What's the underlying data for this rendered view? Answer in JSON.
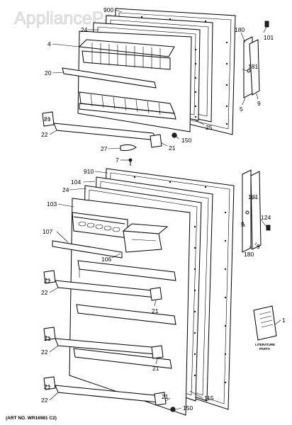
{
  "watermark": "AppliancePartsPros.com",
  "art_number": "(ART NO. WR16981 C2)",
  "literature_label_line1": "LITERATURE",
  "literature_label_line2": "PARTS",
  "callouts": [
    {
      "id": "c900",
      "text": "900"
    },
    {
      "id": "c24a",
      "text": "24"
    },
    {
      "id": "c4",
      "text": "4"
    },
    {
      "id": "c20",
      "text": "20"
    },
    {
      "id": "c180a",
      "text": "180"
    },
    {
      "id": "c101",
      "text": "101"
    },
    {
      "id": "c181a",
      "text": "181"
    },
    {
      "id": "c5a",
      "text": "5"
    },
    {
      "id": "c9a",
      "text": "9"
    },
    {
      "id": "c25",
      "text": "25"
    },
    {
      "id": "c21a",
      "text": "21"
    },
    {
      "id": "c22a",
      "text": "22"
    },
    {
      "id": "c150a",
      "text": "150"
    },
    {
      "id": "c21b",
      "text": "21"
    },
    {
      "id": "c27",
      "text": "27"
    },
    {
      "id": "c7",
      "text": "7"
    },
    {
      "id": "c910",
      "text": "910"
    },
    {
      "id": "c104",
      "text": "104"
    },
    {
      "id": "c24b",
      "text": "24"
    },
    {
      "id": "c103",
      "text": "103"
    },
    {
      "id": "c107",
      "text": "107"
    },
    {
      "id": "c106",
      "text": "106"
    },
    {
      "id": "c181b",
      "text": "181"
    },
    {
      "id": "c5b",
      "text": "5"
    },
    {
      "id": "c124",
      "text": "124"
    },
    {
      "id": "c9b",
      "text": "9"
    },
    {
      "id": "c180b",
      "text": "180"
    },
    {
      "id": "c21c",
      "text": "21"
    },
    {
      "id": "c22b",
      "text": "22"
    },
    {
      "id": "c21d",
      "text": "21"
    },
    {
      "id": "c21e",
      "text": "21"
    },
    {
      "id": "c22c",
      "text": "22"
    },
    {
      "id": "c21f",
      "text": "21"
    },
    {
      "id": "c21g",
      "text": "21"
    },
    {
      "id": "c22d",
      "text": "22"
    },
    {
      "id": "c115",
      "text": "115"
    },
    {
      "id": "c21h",
      "text": "21"
    },
    {
      "id": "c150b",
      "text": "150"
    },
    {
      "id": "c1",
      "text": "1"
    }
  ]
}
